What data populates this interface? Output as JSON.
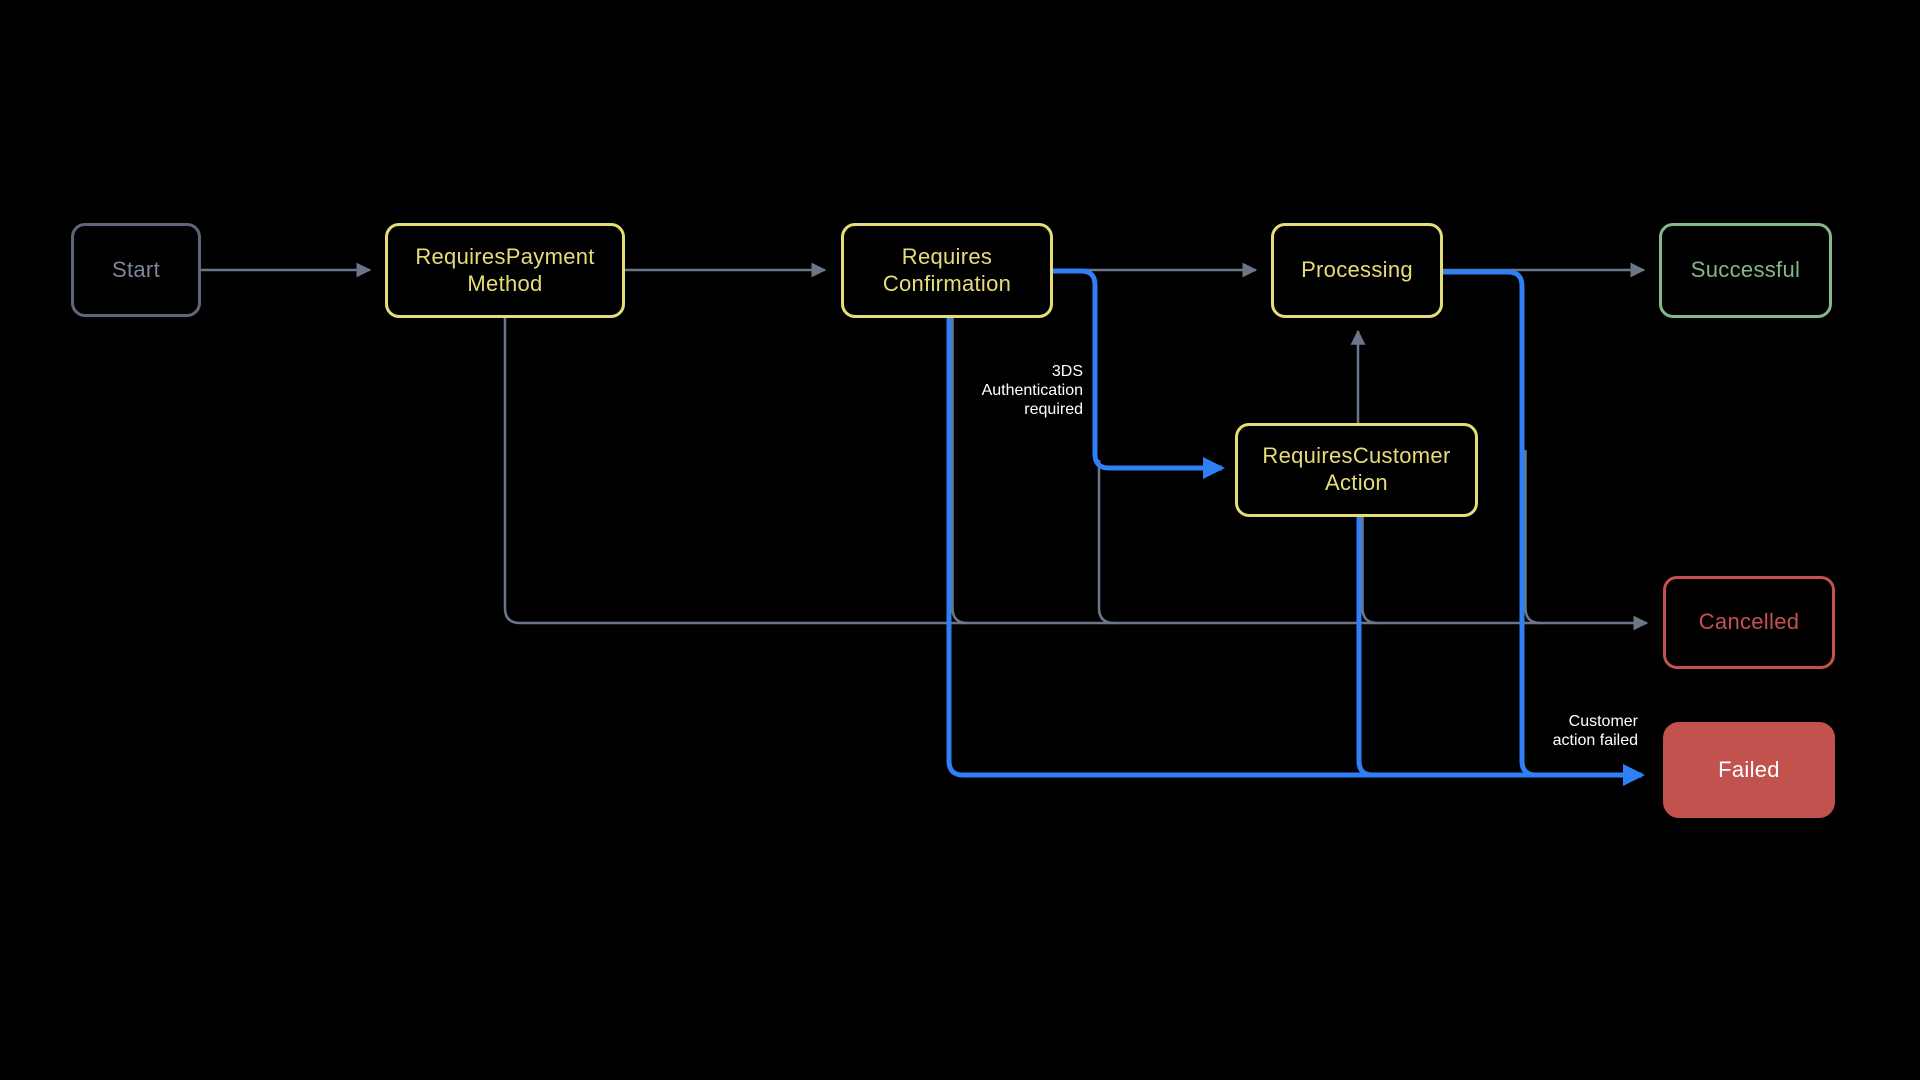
{
  "diagram": {
    "background": "#000000",
    "nodes": {
      "start": {
        "label": "Start",
        "style": "grey-outline"
      },
      "requires_payment_method": {
        "label": "RequiresPayment\nMethod",
        "style": "yellow-outline"
      },
      "requires_confirmation": {
        "label": "Requires\nConfirmation",
        "style": "yellow-outline"
      },
      "processing": {
        "label": "Processing",
        "style": "yellow-outline"
      },
      "successful": {
        "label": "Successful",
        "style": "green-outline"
      },
      "requires_customer_action": {
        "label": "RequiresCustomer\nAction",
        "style": "yellow-outline"
      },
      "cancelled": {
        "label": "Cancelled",
        "style": "red-outline"
      },
      "failed": {
        "label": "Failed",
        "style": "red-filled"
      }
    },
    "edge_labels": {
      "three_ds": "3DS\nAuthentication\nrequired",
      "customer_action_failed": "Customer\naction failed"
    },
    "edges": [
      {
        "from": "Start",
        "to": "RequiresPaymentMethod",
        "color": "grey"
      },
      {
        "from": "RequiresPaymentMethod",
        "to": "RequiresConfirmation",
        "color": "grey"
      },
      {
        "from": "RequiresConfirmation",
        "to": "Processing",
        "color": "grey"
      },
      {
        "from": "Processing",
        "to": "Successful",
        "color": "grey"
      },
      {
        "from": "RequiresConfirmation",
        "to": "RequiresCustomerAction",
        "color": "blue",
        "label": "3DS Authentication required"
      },
      {
        "from": "RequiresCustomerAction",
        "to": "Processing",
        "color": "grey"
      },
      {
        "from": "RequiresPaymentMethod",
        "to": "Cancelled",
        "color": "grey"
      },
      {
        "from": "RequiresConfirmation",
        "to": "Cancelled",
        "color": "grey"
      },
      {
        "from": "RequiresCustomerAction",
        "to": "Cancelled",
        "color": "grey"
      },
      {
        "from": "Processing",
        "to": "Cancelled",
        "color": "grey"
      },
      {
        "from": "RequiresConfirmation",
        "to": "Failed",
        "color": "blue"
      },
      {
        "from": "RequiresCustomerAction",
        "to": "Failed",
        "color": "blue"
      },
      {
        "from": "Processing",
        "to": "Failed",
        "color": "blue",
        "label": "Customer action failed"
      }
    ],
    "colors": {
      "background": "#000000",
      "grey_edge": "#6C7689",
      "blue_edge": "#2F80F7",
      "yellow": "#E7DD78",
      "green": "#85B788",
      "red": "#C25150",
      "red_fill": "#C2524E",
      "start_border": "#5E6778",
      "start_text": "#7E8798",
      "label_text": "#FFFFFF"
    }
  }
}
